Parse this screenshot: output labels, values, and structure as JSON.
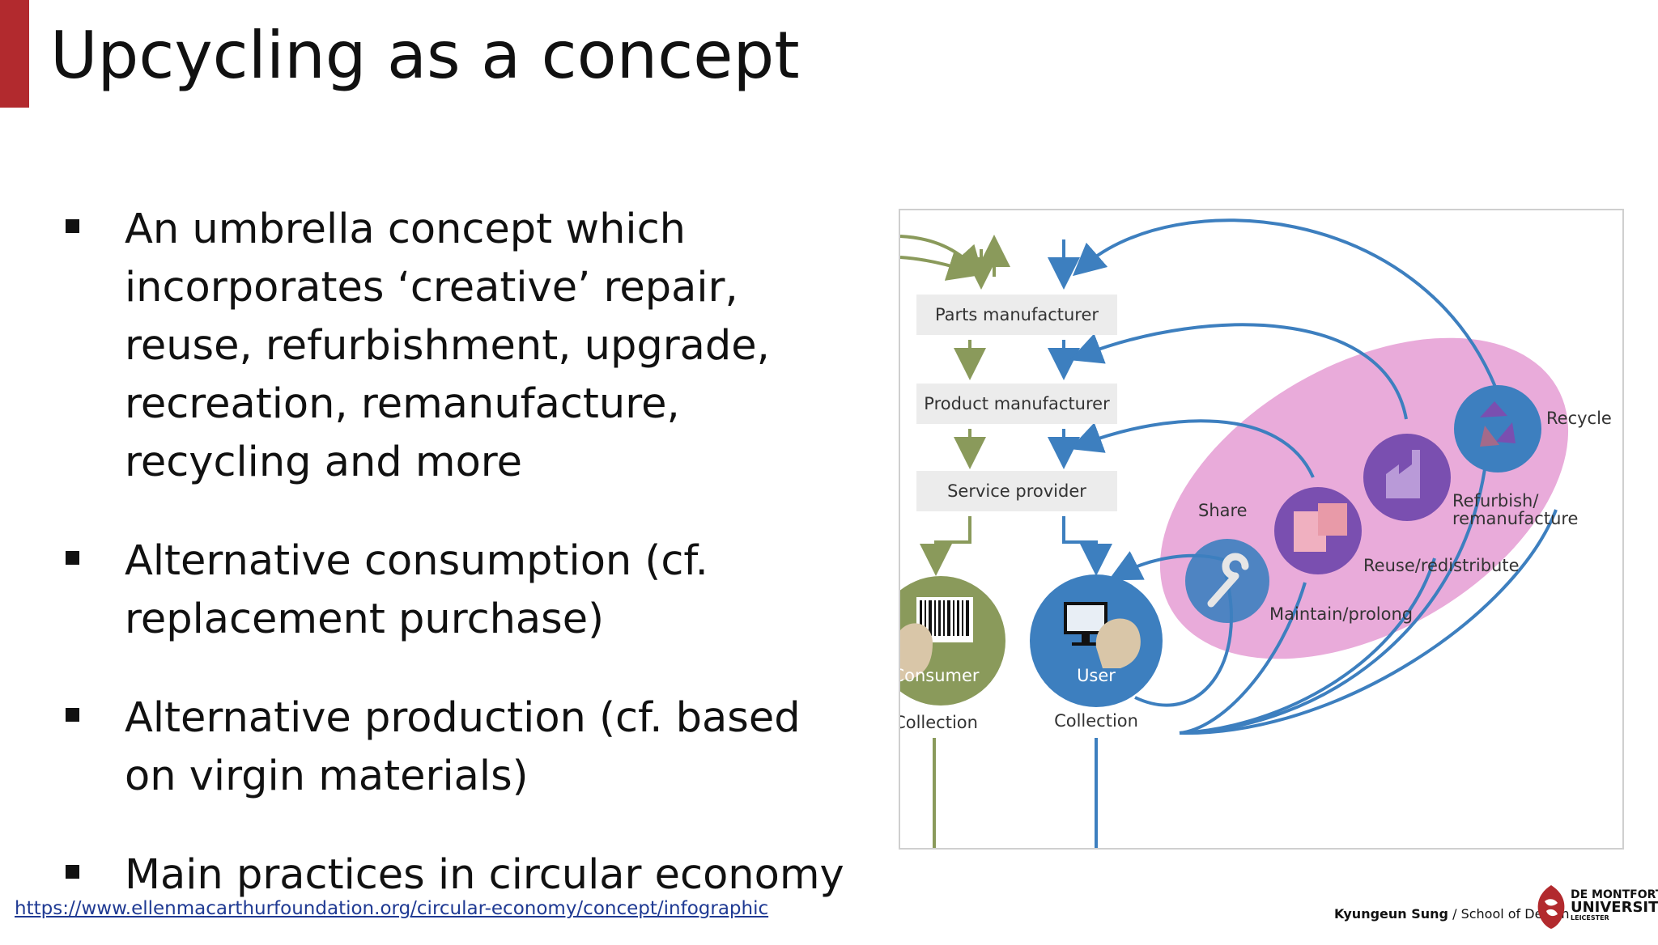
{
  "slide": {
    "title": "Upcycling as a concept",
    "accent_color": "#b22a2e"
  },
  "bullets": [
    {
      "text": "An umbrella concept which incorporates ‘creative’ repair, reuse, refurbishment, upgrade, recreation, remanufacture, recycling and more"
    },
    {
      "text": "Alternative consumption (cf. replacement purchase)"
    },
    {
      "text": "Alternative production (cf. based on virgin materials)"
    },
    {
      "text": "Main practices in circular economy"
    }
  ],
  "diagram": {
    "boxes": [
      "Parts manufacturer",
      "Product manufacturer",
      "Service provider"
    ],
    "loop_labels": {
      "share": "Share",
      "maintain": "Maintain/prolong",
      "reuse": "Reuse/redistribute",
      "refurbish_line1": "Refurbish/",
      "refurbish_line2": "remanufacture",
      "recycle": "Recycle"
    },
    "consumer_label": "Consumer",
    "user_label": "User",
    "collection_left": "Collection",
    "collection_right": "Collection",
    "colors": {
      "technical_blue": "#3d7fbf",
      "biological_green": "#8a9a5b",
      "loop_pink": "#e8a6d8",
      "loop_purple": "#7a4fb0",
      "box_grey": "#ececec"
    },
    "icons": [
      "barcode-icon",
      "person-icon",
      "computer-icon",
      "wrench-icon",
      "boxes-icon",
      "factory-icon",
      "recycle-icon"
    ]
  },
  "footer": {
    "source_url": "https://www.ellenmacarthurfoundation.org/circular-economy/concept/infographic",
    "author": "Kyungeun Sung",
    "separator": " / ",
    "department": "School of Design",
    "logo_line1": "DE MONTFORT",
    "logo_line2": "UNIVERSITY",
    "logo_line3": "LEICESTER"
  }
}
